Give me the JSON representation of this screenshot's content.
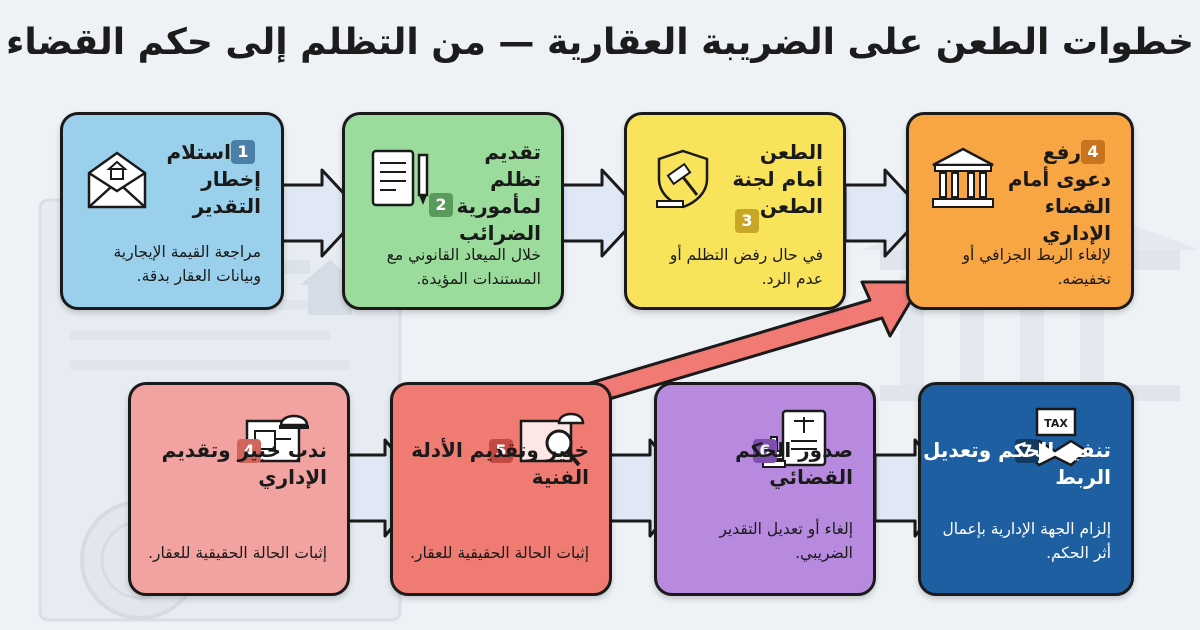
{
  "title": "خطوات الطعن على الضريبة العقارية — من التظلم إلى حكم القضاء",
  "colors": {
    "step1": "#9ad0ec",
    "step2": "#9bdc9d",
    "step3": "#f9e35a",
    "step4": "#f8a544",
    "step5": "#f2a3a1",
    "step6": "#ef7b73",
    "step7": "#b78ae0",
    "step8": "#1d5fa1",
    "arrow": "#f27a75"
  },
  "steps": [
    {
      "num": "1",
      "title": "استلام إخطار التقدير",
      "desc": "مراجعة القيمة الإيجارية وبيانات العقار بدقة.",
      "icon": "envelope-house-icon",
      "badge_color": "#4b7fa7"
    },
    {
      "num": "2",
      "title": "تقديم تظلم لمأمورية الضرائب",
      "desc": "خلال الميعاد القانوني مع المستندات المؤيدة.",
      "icon": "document-pen-icon",
      "badge_color": "#5a9a5d"
    },
    {
      "num": "3",
      "title": "الطعن أمام لجنة الطعن",
      "desc": "في حال رفض التظلم أو عدم الرد.",
      "icon": "gavel-shield-icon",
      "badge_color": "#c9a726"
    },
    {
      "num": "4",
      "title": "رفع دعوى أمام القضاء الإداري",
      "desc": "لإلغاء الربط الجزافي أو تخفيضه.",
      "icon": "courthouse-icon",
      "badge_color": "#c8741e"
    },
    {
      "num": "4",
      "title": "ندب خبير وتقديم الإداري",
      "desc": "إثبات الحالة الحقيقية للعقار.",
      "icon": "blueprint-helmet-icon",
      "badge_color": "#d2645e"
    },
    {
      "num": "5",
      "title": "خبير وتقديم الأدلة الفنية",
      "desc": "إثبات الحالة الحقيقية للعقار.",
      "icon": "blueprint-magnifier-icon",
      "badge_color": "#c24a43"
    },
    {
      "num": "6",
      "title": "صدور الحكم القضائي",
      "desc": "إلغاء أو تعديل التقدير الضريبي.",
      "icon": "judgment-document-icon",
      "badge_color": "#7d4fae"
    },
    {
      "num": "7",
      "title": "تنفيذ الحكم وتعديل الربط",
      "desc": "إلزام الجهة الإدارية بإعمال أثر الحكم.",
      "icon": "tax-handshake-icon",
      "badge_color": "#123a63"
    }
  ],
  "tax_label": "TAX"
}
